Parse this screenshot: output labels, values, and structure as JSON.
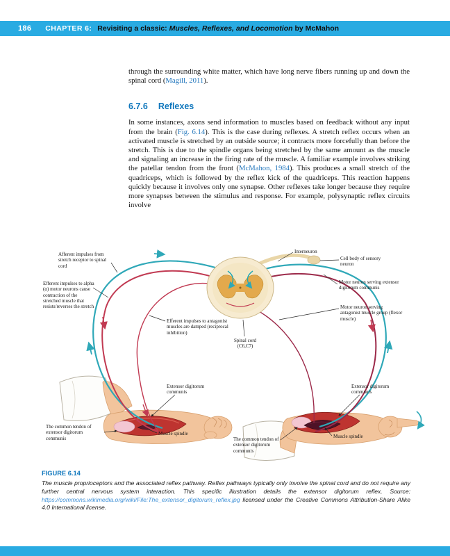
{
  "header": {
    "page_number": "186",
    "chapter_label": "CHAPTER 6:",
    "title_prefix": "Revisiting a classic: ",
    "title_italic": "Muscles, Reflexes, and Locomotion",
    "title_suffix": " by McMahon"
  },
  "intro": {
    "text1": "through the surrounding white matter, which have long nerve fibers running up and down the spinal cord (",
    "cite": "Magill, 2011",
    "text2": ")."
  },
  "section": {
    "number": "6.7.6",
    "title": "Reflexes"
  },
  "paragraph": {
    "t1": "In some instances, axons send information to muscles based on feedback without any input from the brain (",
    "cite1": "Fig. 6.14",
    "t2": "). This is the case during reflexes. A stretch reflex occurs when an activated muscle is stretched by an outside source; it contracts more forcefully than before the stretch. This is due to the spindle organs being stretched by the same amount as the muscle and signaling an increase in the firing rate of the muscle. A familiar example involves striking the patellar tendon from the front (",
    "cite2": "McMahon, 1984",
    "t3": "). This produces a small stretch of the quadriceps, which is followed by the reflex kick of the quadriceps. This reaction happens quickly because it involves only one synapse. Other reflexes take longer because they require more synapses between the stimulus and response. For example, polysynaptic reflex circuits involve"
  },
  "figure": {
    "labels": {
      "afferent": "Afferent impulses from stretch receptor to spinal cord",
      "efferent_alpha": "Efferent impulses to alpha (α) motor neurons cause contraction of the stretched muscle that resists/reverses the stretch",
      "efferent_antagonist": "Efferent impulses to antagonist muscles are damped (reciprocal inhibition)",
      "spinal_cord": "Spinal cord (C6,C7)",
      "interneuron": "Interneuron",
      "cell_body": "Cell body of sensory neuron",
      "motor_extensor": "Motor neuron serving extensor digitorum communis",
      "motor_antagonist": "Motor neuron serving antagonist muscle group (flexor muscle)",
      "extensor_left": "Extensor digitorum communis",
      "spindle_left": "Muscle spindle",
      "tendon_left": "The common tendon of extensor digitorum communis",
      "extensor_right": "Extensor digitorum communis",
      "spindle_right": "Muscle spindle",
      "tendon_right": "The common tendon of extensor digitorum communis"
    }
  },
  "caption": {
    "label": "FIGURE 6.14",
    "t1": "The muscle proprioceptors and the associated reflex pathway. Reflex pathways typically only involve the spinal cord and do not require any further central nervous system interaction. This specific illustration details the extensor digitorum reflex. Source: ",
    "link": "https://commons.wikimedia.org/wiki/File:The_extensor_digitorum_reflex.jpg",
    "t2": " licensed under the Creative Commons Attribution-Share Alike 4.0 International license."
  },
  "colors": {
    "header_bar": "#29ABE2",
    "link_blue": "#2377BD",
    "heading_blue": "#0E76BC",
    "nerve_teal": "#2FA8B8",
    "nerve_red": "#C13A52",
    "muscle_red": "#BE3430"
  }
}
